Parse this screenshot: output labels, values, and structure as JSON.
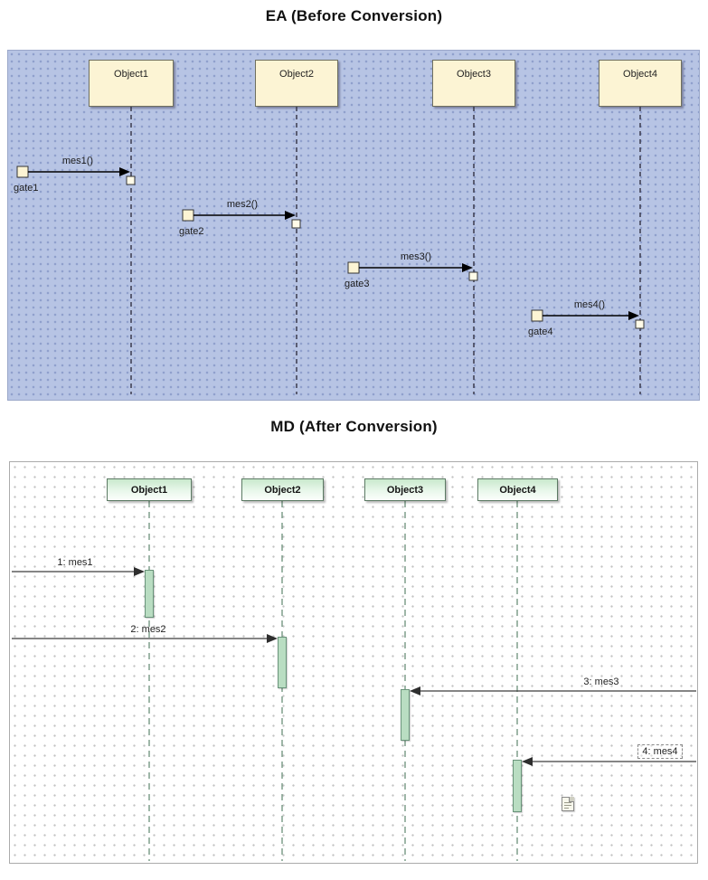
{
  "title_before": "EA (Before Conversion)",
  "title_after": "MD (After Conversion)",
  "ea_diagram": {
    "objects": [
      {
        "label": "Object1"
      },
      {
        "label": "Object2"
      },
      {
        "label": "Object3"
      },
      {
        "label": "Object4"
      }
    ],
    "gates": [
      {
        "label": "gate1"
      },
      {
        "label": "gate2"
      },
      {
        "label": "gate3"
      },
      {
        "label": "gate4"
      }
    ],
    "messages": [
      {
        "label": "mes1()"
      },
      {
        "label": "mes2()"
      },
      {
        "label": "mes3()"
      },
      {
        "label": "mes4()"
      }
    ],
    "colors": {
      "background": "#b7c4e4",
      "grid_dot": "#8e9ecb",
      "object_fill": "#fcf4d4",
      "lifeline": "#3a3a4c",
      "arrow": "#000000"
    }
  },
  "md_diagram": {
    "objects": [
      {
        "label": "Object1"
      },
      {
        "label": "Object2"
      },
      {
        "label": "Object3"
      },
      {
        "label": "Object4"
      }
    ],
    "messages": [
      {
        "label": "1: mes1"
      },
      {
        "label": "2: mes2"
      },
      {
        "label": "3: mes3"
      },
      {
        "label": "4: mes4"
      }
    ],
    "icons": {
      "note": "note-anchor-icon"
    },
    "colors": {
      "object_fill": "#c9e9cd",
      "activation_fill": "#b9ddc2",
      "lifeline": "#6b9079",
      "arrow": "#3c3c3c"
    }
  }
}
